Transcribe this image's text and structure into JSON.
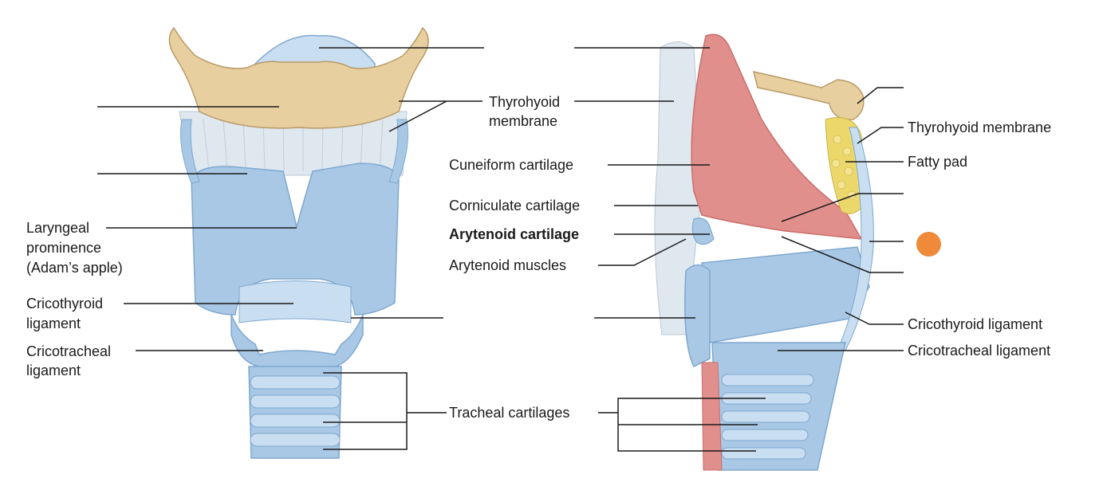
{
  "colors": {
    "cartilage": "#a8c8e6",
    "cartilage_light": "#c9def1",
    "cartilage_edge": "#7fa8cf",
    "bone": "#e8cfa0",
    "bone_edge": "#b89a66",
    "muscle": "#e08f8c",
    "muscle_dark": "#c96e6c",
    "fat": "#ecd86a",
    "membrane": "#dfe7ef",
    "marker": "#ee8a3a"
  },
  "labels": {
    "thyrohyoid_membrane": [
      "Thyrohyoid",
      "membrane"
    ],
    "cuneiform_cartilage": "Cuneiform cartilage",
    "corniculate_cartilage": "Corniculate cartilage",
    "arytenoid_cartilage": "Arytenoid cartilage",
    "arytenoid_muscles": "Arytenoid muscles",
    "tracheal_cartilages": "Tracheal cartilages",
    "laryngeal_prominence": [
      "Laryngeal",
      "prominence",
      "(Adam’s apple)"
    ],
    "cricothyroid_ligament_left": [
      "Cricothyroid",
      "ligament"
    ],
    "cricotracheal_ligament_left": [
      "Cricotracheal",
      "ligament"
    ],
    "thyrohyoid_membrane_right": "Thyrohyoid membrane",
    "fatty_pad": "Fatty pad",
    "cricothyroid_ligament_right": "Cricothyroid ligament",
    "cricotracheal_ligament_right": "Cricotracheal ligament"
  },
  "marker_icon": "orange-dot-marker"
}
